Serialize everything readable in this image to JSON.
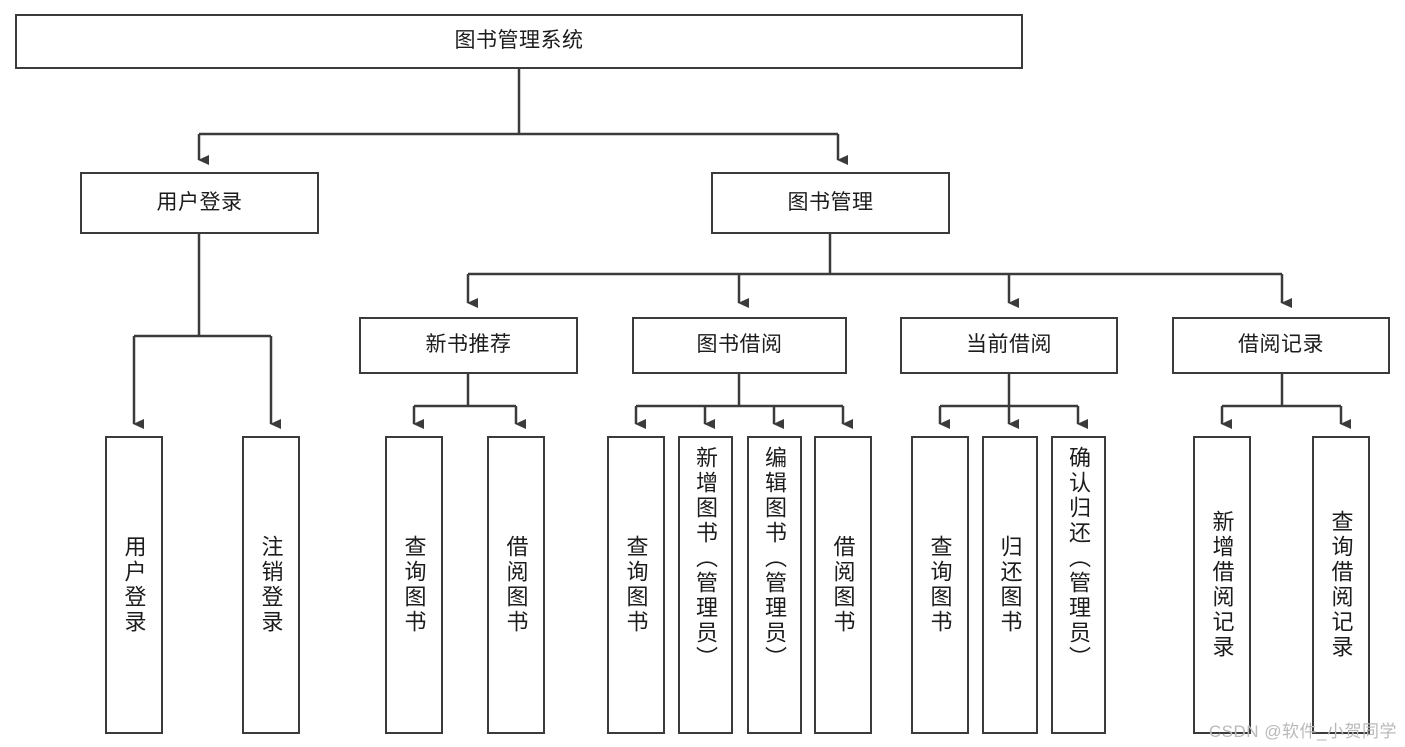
{
  "diagram": {
    "title": "图书管理系统",
    "type": "tree-hierarchy-chart",
    "root": {
      "label": "图书管理系统"
    },
    "level1": [
      {
        "label": "用户登录"
      },
      {
        "label": "图书管理"
      }
    ],
    "level2": [
      {
        "label": "新书推荐"
      },
      {
        "label": "图书借阅"
      },
      {
        "label": "当前借阅"
      },
      {
        "label": "借阅记录"
      }
    ],
    "leaves": {
      "user_login": [
        {
          "label": "用户登录"
        },
        {
          "label": "注销登录"
        }
      ],
      "new_book_recommend": [
        {
          "label": "查询图书"
        },
        {
          "label": "借阅图书"
        }
      ],
      "book_borrow": [
        {
          "label": "查询图书"
        },
        {
          "label": "新增图书（管理员）"
        },
        {
          "label": "编辑图书（管理员）"
        },
        {
          "label": "借阅图书"
        }
      ],
      "current_borrow": [
        {
          "label": "查询图书"
        },
        {
          "label": "归还图书"
        },
        {
          "label": "确认归还（管理员）"
        }
      ],
      "borrow_record": [
        {
          "label": "新增借阅记录"
        },
        {
          "label": "查询借阅记录"
        }
      ]
    }
  },
  "watermark": {
    "text": "CSDN @软件_小贺同学"
  },
  "colors": {
    "stroke": "#3b3b3b",
    "background": "#ffffff",
    "text": "#1c1c1c",
    "watermark": "#b9b9b9"
  }
}
